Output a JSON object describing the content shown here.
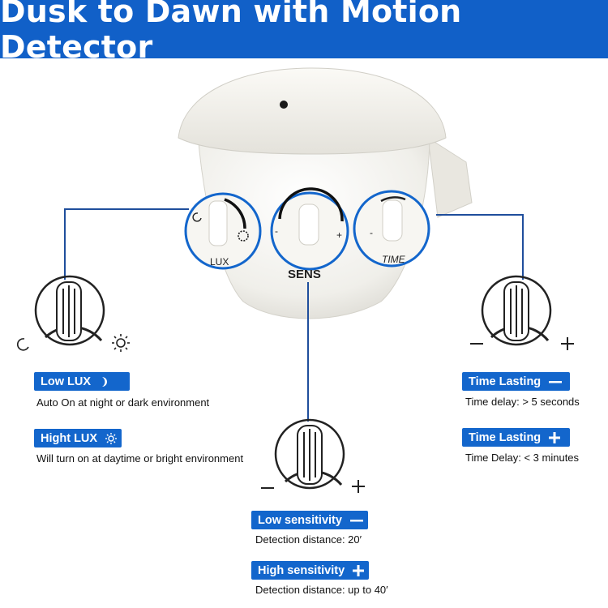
{
  "banner": {
    "title": "Dusk to Dawn with Motion Detector"
  },
  "device": {
    "dials": [
      {
        "label": "LUX"
      },
      {
        "label": "SENS"
      },
      {
        "label": "TIME"
      }
    ],
    "minus": "-",
    "plus": "+"
  },
  "lux": {
    "low": {
      "tag": "Low LUX",
      "icon": "crescent-moon-icon",
      "desc": "Auto On at night or dark environment"
    },
    "high": {
      "tag": "Hight LUX",
      "icon": "sun-icon",
      "desc": "Will turn on at daytime or bright environment"
    }
  },
  "sens": {
    "low": {
      "tag": "Low sensitivity",
      "icon": "minus-icon",
      "desc": "Detection distance: 20′"
    },
    "high": {
      "tag": "High sensitivity",
      "icon": "plus-icon",
      "desc": "Detection distance: up to 40′"
    }
  },
  "time": {
    "minus": {
      "tag": "Time Lasting",
      "icon": "minus-icon",
      "desc": "Time delay: > 5 seconds"
    },
    "plus": {
      "tag": "Time Lasting",
      "icon": "plus-icon",
      "desc": "Time Delay: < 3 minutes"
    }
  },
  "colors": {
    "banner": "#1160c8",
    "tag": "#1366cc",
    "line": "#1f4e9c"
  }
}
